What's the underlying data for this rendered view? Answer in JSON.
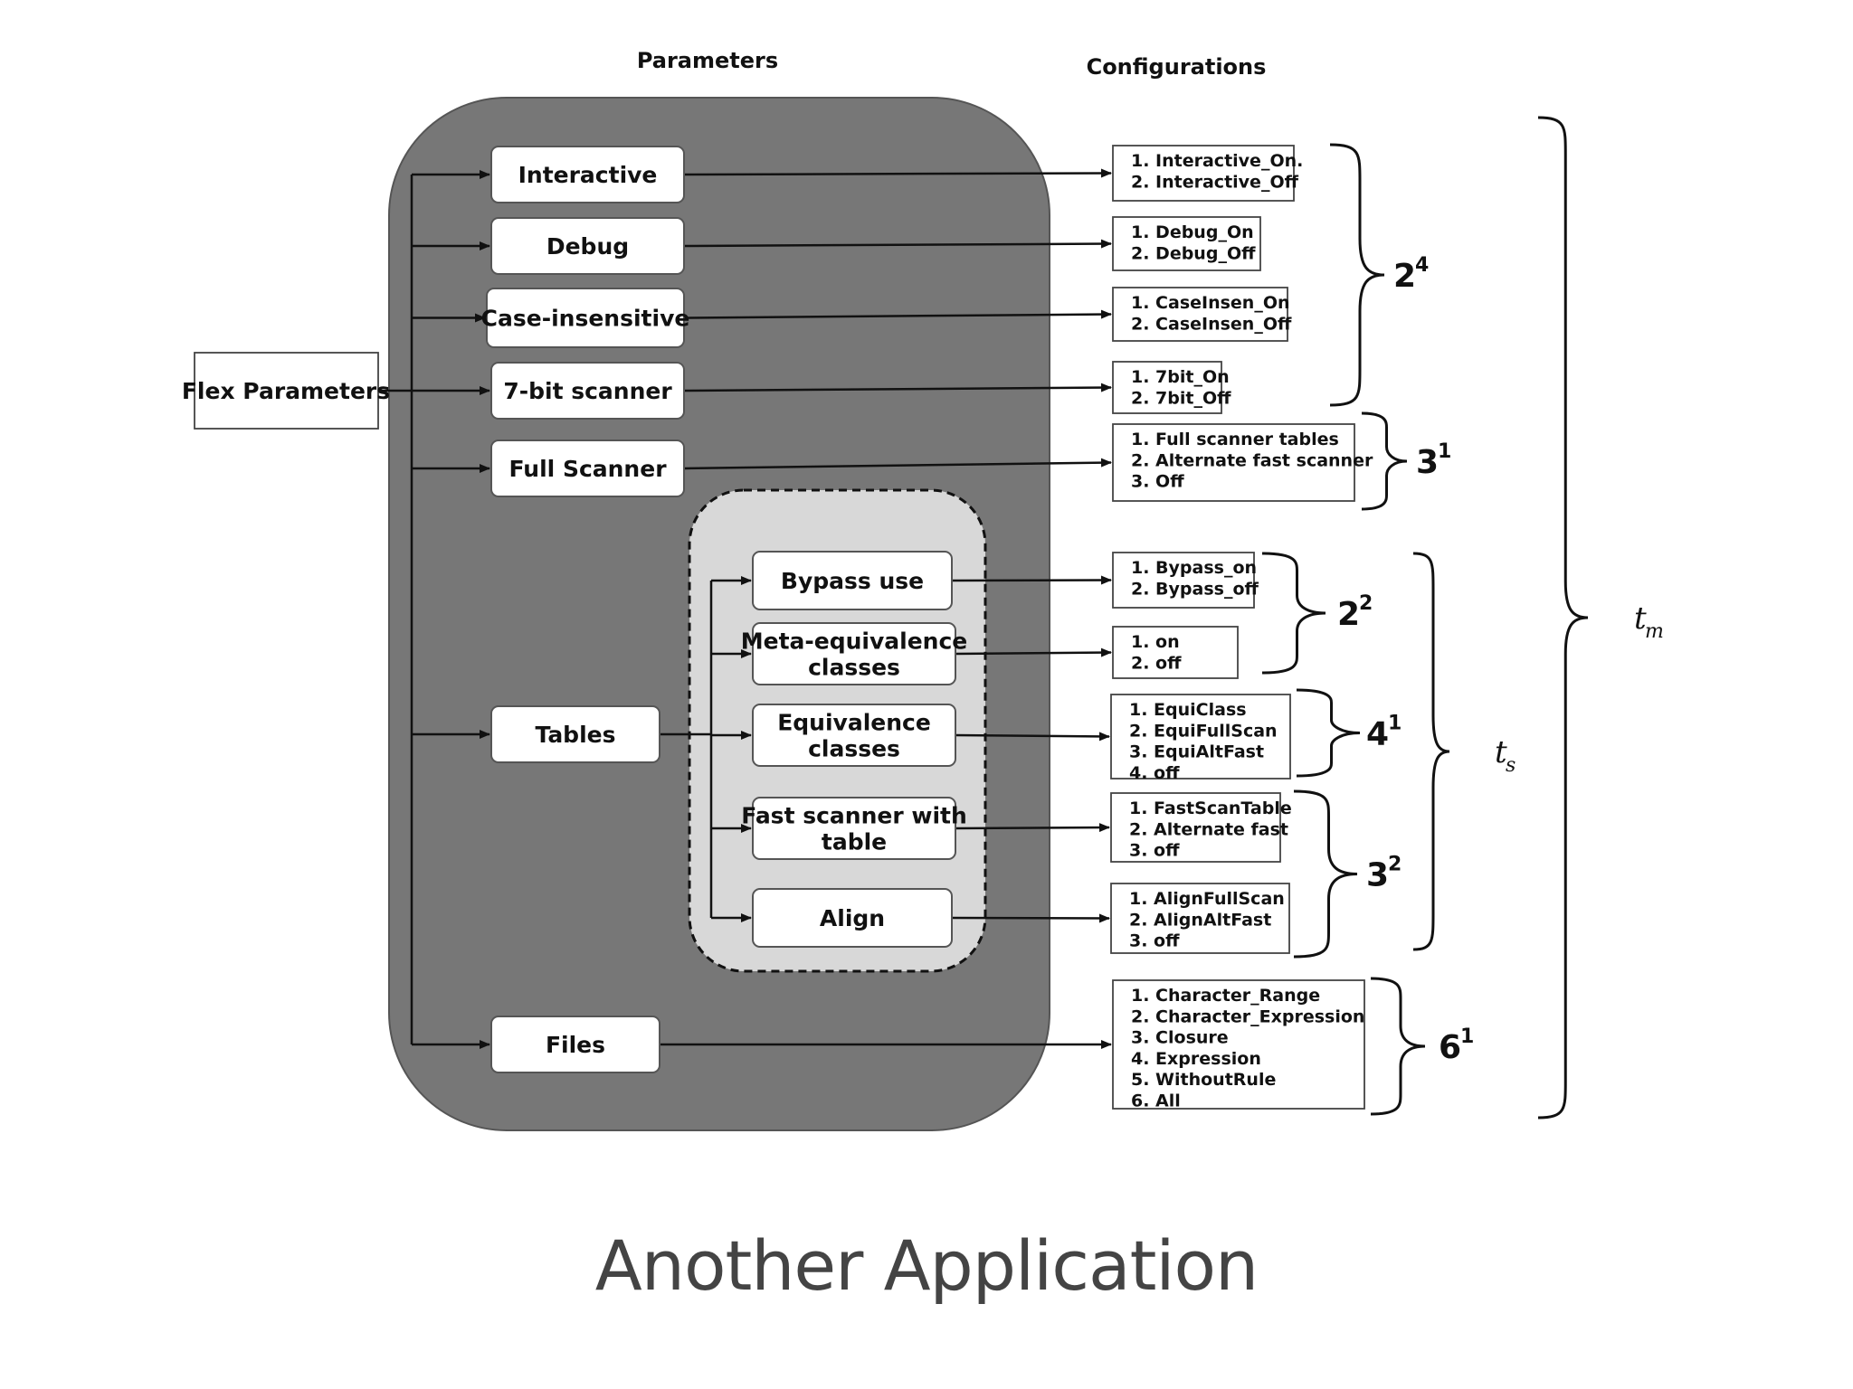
{
  "slide_title": "Another Application",
  "headers": {
    "parameters": "Parameters",
    "configurations": "Configurations"
  },
  "root": "Flex Parameters",
  "parameters": [
    "Interactive",
    "Debug",
    "Case-insensitive",
    "7-bit scanner",
    "Full Scanner",
    "Tables",
    "Files"
  ],
  "table_sub_parameters": [
    [
      "Bypass use"
    ],
    [
      "Meta-equivalence",
      "classes"
    ],
    [
      "Equivalence",
      "classes"
    ],
    [
      "Fast scanner with",
      "table"
    ],
    [
      "Align"
    ]
  ],
  "configurations": [
    [
      "1. Interactive_On.",
      "2. Interactive_Off"
    ],
    [
      "1. Debug_On",
      "2. Debug_Off"
    ],
    [
      "1. CaseInsen_On",
      "2. CaseInsen_Off"
    ],
    [
      "1. 7bit_On",
      "2. 7bit_Off"
    ],
    [
      "1. Full scanner tables",
      "2. Alternate fast scanner",
      "3. Off"
    ],
    [
      "1. Bypass_on",
      "2. Bypass_off"
    ],
    [
      "1. on",
      "2. off"
    ],
    [
      "1. EquiClass",
      "2. EquiFullScan",
      "3. EquiAltFast",
      "4. off"
    ],
    [
      "1. FastScanTable",
      "2. Alternate fast",
      "3. off"
    ],
    [
      "1. AlignFullScan",
      "2. AlignAltFast",
      "3. off"
    ],
    [
      "1. Character_Range",
      "2. Character_Expression",
      "3. Closure",
      "4. Expression",
      "5. WithoutRule",
      "6. All"
    ]
  ],
  "counts": [
    {
      "base": "2",
      "exp": "4"
    },
    {
      "base": "3",
      "exp": "1"
    },
    {
      "base": "2",
      "exp": "2"
    },
    {
      "base": "4",
      "exp": "1"
    },
    {
      "base": "3",
      "exp": "2"
    },
    {
      "base": "6",
      "exp": "1"
    }
  ],
  "group_labels": {
    "ts": {
      "main": "t",
      "sub": "s"
    },
    "tm": {
      "main": "t",
      "sub": "m"
    }
  },
  "colors": {
    "outer_region": "#777777",
    "inner_region": "#d8d8d8",
    "line": "#111111"
  }
}
